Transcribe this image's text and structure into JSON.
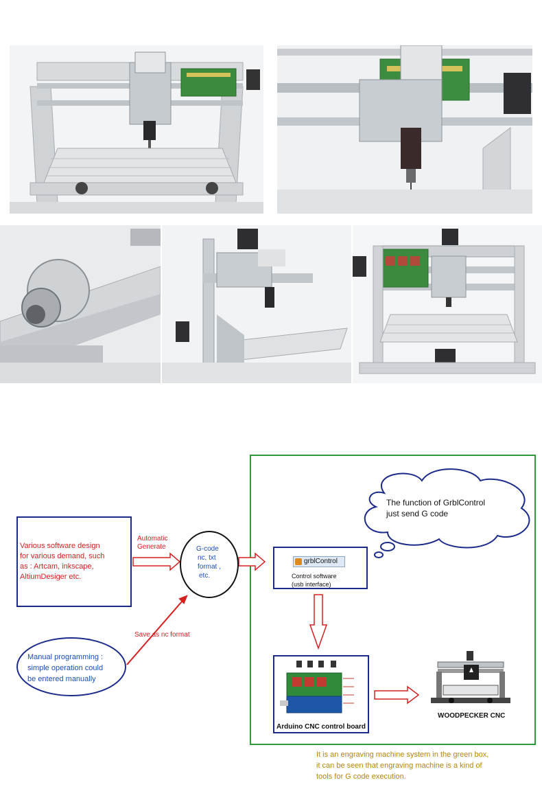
{
  "diagram": {
    "software_box": {
      "lines": [
        "Various software design",
        "for various demand, such",
        "as : Artcam, inkscape,",
        "AltiumDesiger etc."
      ]
    },
    "manual_ellipse": {
      "lines": [
        "Manual programming :",
        "simple operation could",
        "be entered manually"
      ]
    },
    "arrow_label_auto": [
      "Automatic",
      "Generate"
    ],
    "arrow_label_save": "Save as nc format",
    "gcode_ellipse": {
      "lines": [
        "G-code",
        "nc, txt",
        "format ,",
        "etc."
      ]
    },
    "cloud": {
      "lines": [
        "The function of GrblControl",
        "just send G code"
      ]
    },
    "control_software": {
      "badge": "grblControl",
      "lines": [
        "Control software",
        "(usb interface)"
      ]
    },
    "arduino_board": {
      "caption": "Arduino CNC control board"
    },
    "woodpecker": {
      "caption": "WOODPECKER CNC"
    },
    "green_box_caption": [
      "It is an engraving machine system in the green box,",
      "it can be seen that engraving machine is a kind of",
      "tools for G code execution."
    ],
    "colors": {
      "green_frame": "#2d9a3a",
      "blue_frame": "#1c2b8a",
      "red_arrow": "#d62020",
      "red_text": "#d62020",
      "blue_text": "#1d4fb4",
      "caption_text": "#b8860b"
    }
  },
  "photos": [
    {
      "name": "cnc-front-view"
    },
    {
      "name": "cnc-spindle-closeup"
    },
    {
      "name": "spindle-motor-closeup"
    },
    {
      "name": "cnc-side-angle-view"
    },
    {
      "name": "cnc-top-board-view"
    }
  ]
}
